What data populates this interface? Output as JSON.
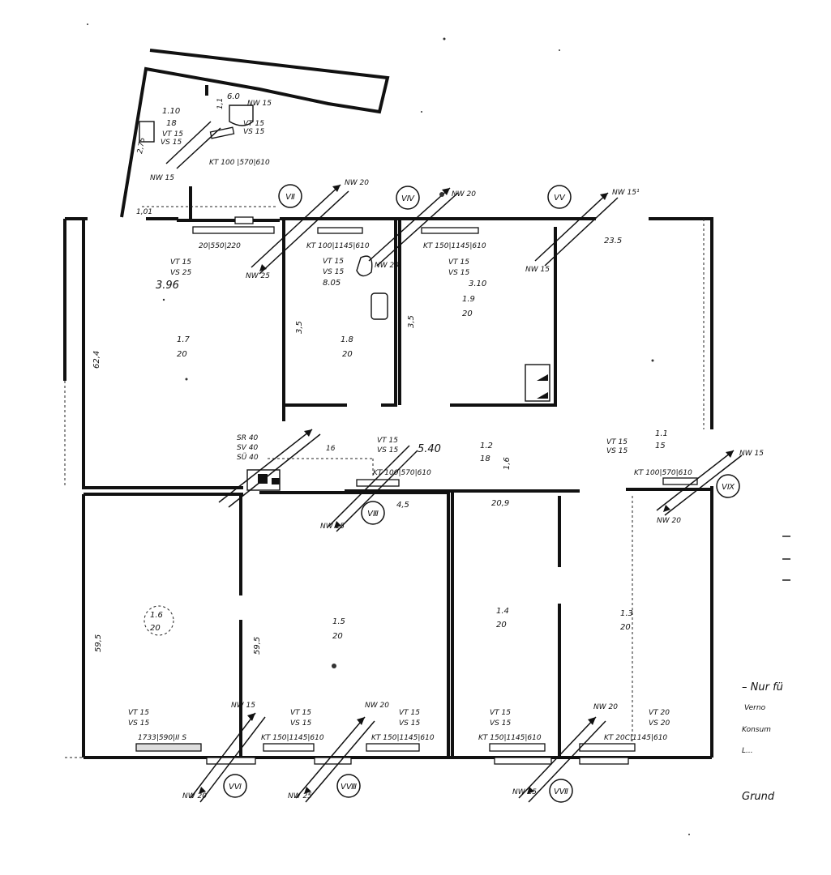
{
  "plan": {
    "circuits": [
      "VⅡ",
      "VⅢ",
      "VⅣ",
      "VⅤ",
      "VⅥ",
      "VⅦ",
      "VⅧ",
      "VⅨ"
    ],
    "rooms": {
      "r110": {
        "id": "1.10",
        "temp": "18"
      },
      "r17": {
        "id": "1.7",
        "temp": "20"
      },
      "r18": {
        "id": "1.8",
        "temp": "20"
      },
      "r19": {
        "id": "1.9",
        "temp": "20"
      },
      "r16": {
        "id": "1.6",
        "temp": "20"
      },
      "r15": {
        "id": "1.5",
        "temp": "20"
      },
      "r14": {
        "id": "1.4",
        "temp": "20"
      },
      "r13": {
        "id": "1.3",
        "temp": "20"
      },
      "r12": {
        "id": "1.2",
        "temp": "18"
      },
      "r11": {
        "id": "1.1",
        "temp": "15"
      }
    },
    "loads": {
      "r17": "3.96",
      "r18": "8.05",
      "r19": "3.10",
      "corridor": "5.40",
      "top_right": "23.5",
      "r110": "6.0"
    },
    "radiators": {
      "toilet": "KT 100 |570|610",
      "r17": "20|550|220",
      "r18": "KT 100|1145|610",
      "r19": "KT 150|1145|610",
      "corridor": "KT 100|570|610",
      "r11": "KT 100|570|610",
      "r16": "1733|590|II S",
      "r15a": "KT 150|1145|610",
      "r15b": "KT 150|1145|610",
      "r14": "KT 150|1145|610",
      "r13": "KT 20C|1145|610"
    },
    "valves": {
      "vt15vs15": [
        "VT 15",
        "VS 15"
      ],
      "vt15vs25": [
        "VT 15",
        "VS 25"
      ],
      "vt20vs20": [
        "VT 20",
        "VS 20"
      ]
    },
    "pipes": {
      "nw15": "NW 15",
      "nw20": "NW 20",
      "nw25": "NW 25",
      "nw15b": "NW 15¹"
    },
    "stack": [
      "SR 40",
      "SV 40",
      "SÜ 40"
    ],
    "dims": {
      "d35a": "3,5",
      "d35b": "3,5",
      "d45": "4,5",
      "d16": "1,6",
      "d209": "20,9",
      "d624": "62,4",
      "d595a": "59,5",
      "d595b": "59,5",
      "d275": "2,75",
      "d11": "1,1",
      "d101": "1,01",
      "d16b": "16"
    },
    "legend": {
      "nur": "– Nur fü",
      "l1": "Verno",
      "l2": "Konsum",
      "l3": "L...",
      "grund": "Grund"
    }
  }
}
